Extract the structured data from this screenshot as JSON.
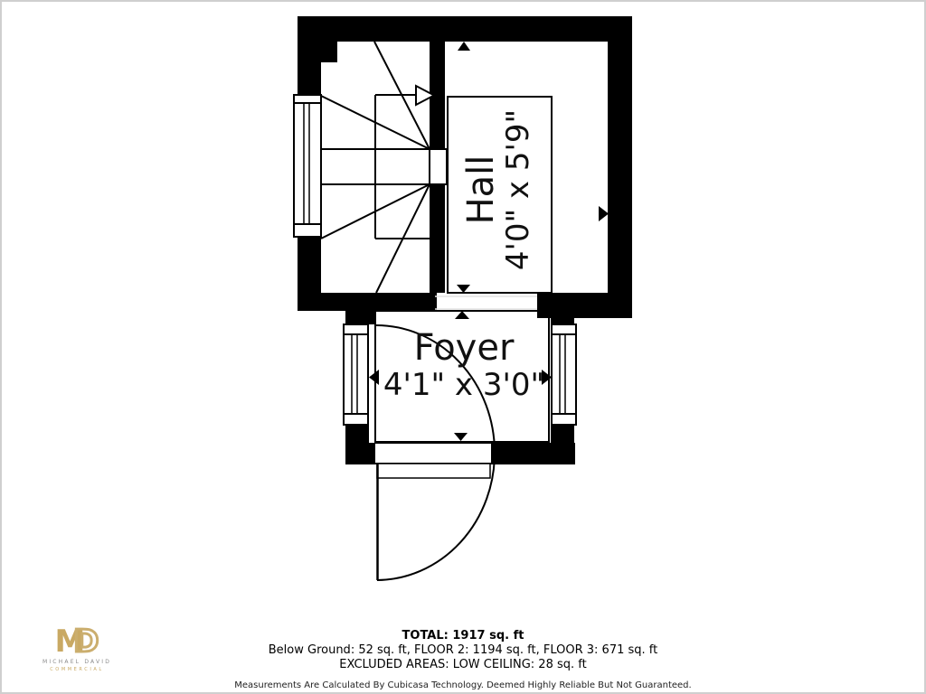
{
  "plan": {
    "rooms": [
      {
        "name": "Hall",
        "dimensions": "4'0\" x 5'9\""
      },
      {
        "name": "Foyer",
        "dimensions": "4'1\" x 3'0\""
      }
    ]
  },
  "footer": {
    "total": "TOTAL: 1917 sq. ft",
    "floors": "Below Ground: 52 sq. ft, FLOOR 2: 1194 sq. ft, FLOOR 3: 671 sq. ft",
    "excluded": "EXCLUDED AREAS: LOW CEILING: 28 sq. ft",
    "disclaimer": "Measurements Are Calculated By Cubicasa Technology. Deemed Highly Reliable But Not Guaranteed."
  },
  "logo": {
    "monogram_m": "M",
    "monogram_d": "D",
    "name": "MICHAEL DAVID",
    "tagline": "COMMERCIAL",
    "gold": "#c9a963",
    "gray": "#8a8a8a"
  },
  "colors": {
    "walls": "#000000",
    "lines": "#000000",
    "threshold": "#e3e3e3",
    "background": "#ffffff"
  }
}
